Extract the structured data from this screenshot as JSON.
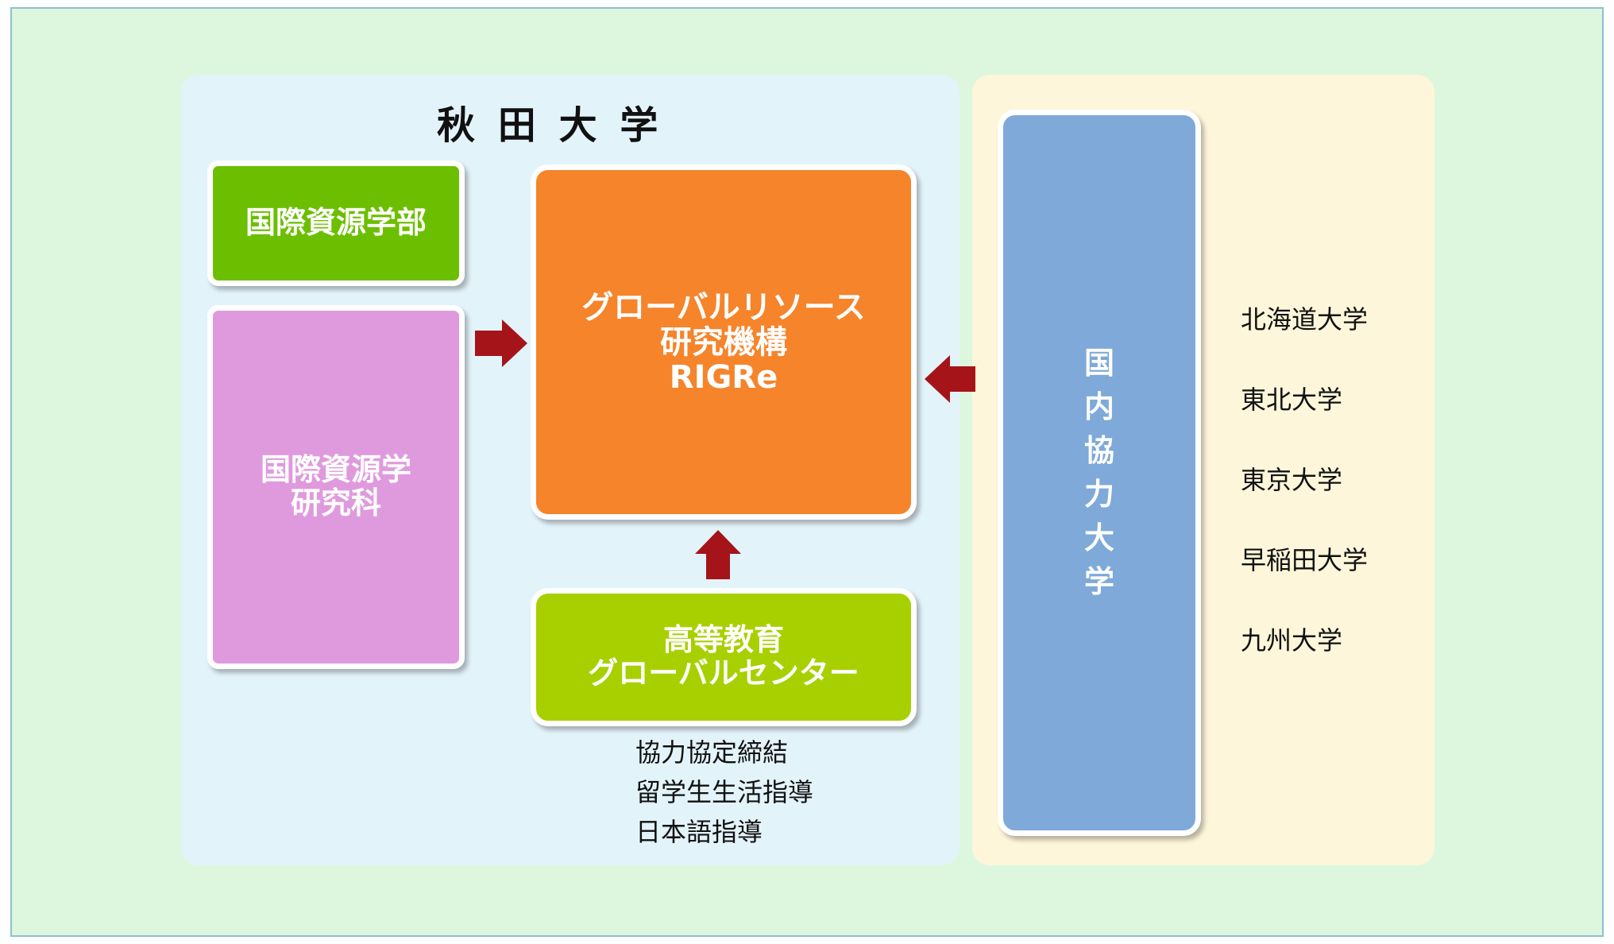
{
  "akita": {
    "title": "秋田大学",
    "faculty": "国際資源学部",
    "graduate_school": [
      "国際資源学",
      "研究科"
    ],
    "rigre": [
      "グローバルリソース",
      "研究機構",
      "RIGRe"
    ],
    "center": [
      "高等教育",
      "グローバルセンター"
    ],
    "services": [
      "協力協定締結",
      "留学生生活指導",
      "日本語指導"
    ]
  },
  "partners": {
    "label_chars": [
      "国",
      "内",
      "協",
      "力",
      "大",
      "学"
    ],
    "universities": [
      "北海道大学",
      "東北大学",
      "東京大学",
      "早稲田大学",
      "九州大学"
    ]
  },
  "colors": {
    "background": "#dcf7dd",
    "akita_panel": "#e3f3fa",
    "partner_panel": "#fdf6da",
    "faculty": "#6cbf00",
    "graduate_school": "#df9ade",
    "rigre": "#f5842b",
    "center": "#a8d000",
    "domestic": "#7ea9d8",
    "arrow": "#a51419"
  }
}
